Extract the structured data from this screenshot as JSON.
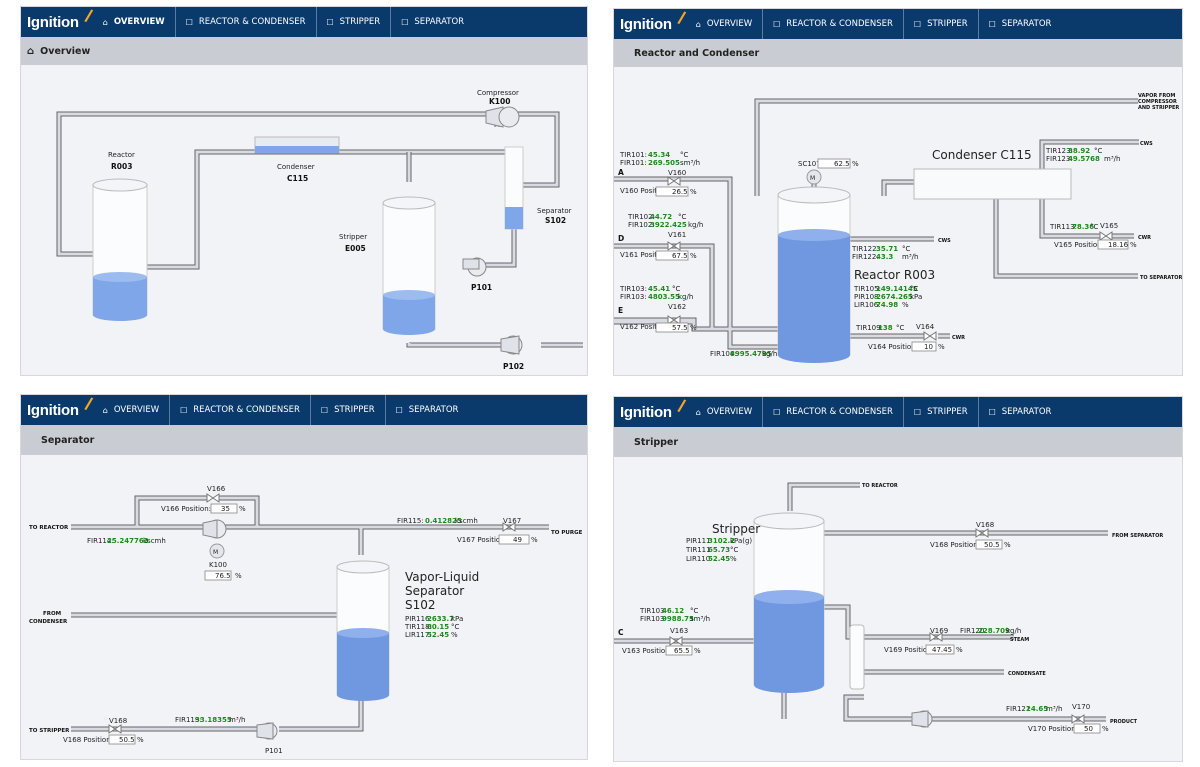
{
  "nav": {
    "logo": "Ignition",
    "overview": "OVERVIEW",
    "reactor": "REACTOR & CONDENSER",
    "stripper": "STRIPPER",
    "separator": "SEPARATOR"
  },
  "overview": {
    "title": "Overview",
    "reactor_label": "Reactor",
    "reactor_id": "R003",
    "condenser_label": "Condenser",
    "condenser_id": "C115",
    "compressor_label": "Compressor",
    "compressor_id": "K100",
    "stripper_label": "Stripper",
    "stripper_id": "E005",
    "separator_label": "Separator",
    "separator_id": "S102",
    "p101": "P101",
    "p102": "P102"
  },
  "reactor": {
    "title": "Reactor and Condenser",
    "vapor_from": "VAPOR FROM",
    "vapor_from2": "COMPRESSOR",
    "vapor_from3": "AND STRIPPER",
    "cws": "CWS",
    "cwr": "CWR",
    "to_separator": "TO SEPARATOR",
    "condenser_title": "Condenser C115",
    "reactor_title": "Reactor R003",
    "tir101": "TIR101:",
    "tir101_v": "45.34",
    "tir101_u": "°C",
    "fir101": "FIR101:",
    "fir101_v": "269.505",
    "fir101_u": "sm³/h",
    "feed_a": "A",
    "feed_d": "D",
    "feed_e": "E",
    "v160": "V160",
    "v160_pos_l": "V160 Position:",
    "v160_pos": "26.5",
    "pct": "%",
    "tir102": "TIR102:",
    "tir102_v": "44.72",
    "tir102_u": "°C",
    "fir102": "FIR102:",
    "fir102_v": "3922.425",
    "fir102_u": "kg/h",
    "v161": "V161",
    "v161_pos_l": "V161 Position:",
    "v161_pos": "67.5",
    "tir103": "TIR103:",
    "tir103_v": "45.41",
    "tir103_u": "°C",
    "fir103": "FIR103:",
    "fir103_v": "4803.55",
    "fir103_u": "kg/h",
    "v162": "V162",
    "v162_pos_l": "V162 Position:",
    "v162_pos": "57.5",
    "fir104": "FIR104:",
    "fir104_v": "8995.4795",
    "fir104_u": "kg/h",
    "sc107": "SC107:",
    "sc107_v": "62.5",
    "motor": "M",
    "tir122": "TIR122:",
    "tir122_v": "35.71",
    "tir122_u": "°C",
    "fir122": "FIR122:",
    "fir122_v": "43.3",
    "fir122_u": "m³/h",
    "tir105": "TIR105:",
    "tir105_v": "149.14145",
    "tir105_u": "°C",
    "pir108": "PIR108:",
    "pir108_v": "2674.265",
    "pir108_u": "kPa",
    "lir106": "LIR106:",
    "lir106_v": "74.98",
    "lir106_u": "%",
    "tir109": "TIR109:",
    "tir109_v": "138",
    "tir109_u": "°C",
    "v164": "V164",
    "v164_pos_l": "V164 Position:",
    "v164_pos": "10",
    "tir123": "TIR123:",
    "tir123_v": "38.92",
    "tir123_u": "°C",
    "fir123": "FIR123:",
    "fir123_v": "49.5768",
    "fir123_u": "m³/h",
    "tir113": "TIR113:",
    "tir113_v": "78.36",
    "tir113_u": "°C",
    "v165": "V165",
    "v165_pos_l": "V165 Position:",
    "v165_pos": "18.16"
  },
  "separator": {
    "title": "Separator",
    "to_reactor": "TO REACTOR",
    "to_purge": "TO PURGE",
    "from_condenser": "FROM",
    "from_condenser2": "CONDENSER",
    "to_stripper": "TO STRIPPER",
    "v166": "V166",
    "v166_pos_l": "V166 Position:",
    "v166_pos": "35",
    "pct": "%",
    "fir114": "FIR114:",
    "fir114_v": "25.247763",
    "fir114_u": "kscmh",
    "motor": "M",
    "k100": "K100",
    "k100_v": "76.5",
    "fir115": "FIR115:",
    "fir115_v": "0.412825",
    "fir115_u": "kscmh",
    "v167": "V167",
    "v167_pos_l": "V167 Position:",
    "v167_pos": "49",
    "sep_title1": "Vapor-Liquid",
    "sep_title2": "Separator",
    "sep_title3": "S102",
    "pir116": "PIR116:",
    "pir116_v": "2633.7",
    "pir116_u": "kPa",
    "tir118": "TIR118:",
    "tir118_v": "80.15",
    "tir118_u": "°C",
    "lir117": "LIR117:",
    "lir117_v": "52.45",
    "lir117_u": "%",
    "v168": "V168",
    "v168_pos_l": "V168 Position:",
    "v168_pos": "50.5",
    "fir119": "FIR119:",
    "fir119_v": "33.18355",
    "fir119_u": "m³/h",
    "p101": "P101"
  },
  "stripper": {
    "title": "Stripper",
    "to_reactor": "TO REACTOR",
    "from_separator": "FROM SEPARATOR",
    "steam": "STEAM",
    "condensate": "CONDENSATE",
    "product": "PRODUCT",
    "feed_c": "C",
    "stripper_title": "Stripper",
    "pir111": "PIR111",
    "pir111_v": "3102.2",
    "pir111_u": "kPa(g)",
    "tir111": "TIR111",
    "tir111_v": "65.73",
    "tir111_u": "°C",
    "lir110": "LIR110",
    "lir110_v": "52.45",
    "lir110_u": "%",
    "v168": "V168",
    "v168_pos_l": "V168 Position:",
    "v168_pos": "50.5",
    "pct": "%",
    "tir103": "TIR103",
    "tir103_v": "46.12",
    "tir103_u": "°C",
    "fir103": "FIR103",
    "fir103_v": "9988.75",
    "fir103_u": "sm³/h",
    "v163": "V163",
    "v163_pos_l": "V163 Position:",
    "v163_pos": "65.5",
    "v169": "V169",
    "v169_pos_l": "V169 Position:",
    "v169_pos": "47.45",
    "fir120": "FIR120",
    "fir120_v": "228.709",
    "fir120_u": "kg/h",
    "fir121": "FIR121",
    "fir121_v": "24.65",
    "fir121_u": "m³/h",
    "v170": "V170",
    "v170_pos_l": "V170 Position:",
    "v170_pos": "50"
  }
}
